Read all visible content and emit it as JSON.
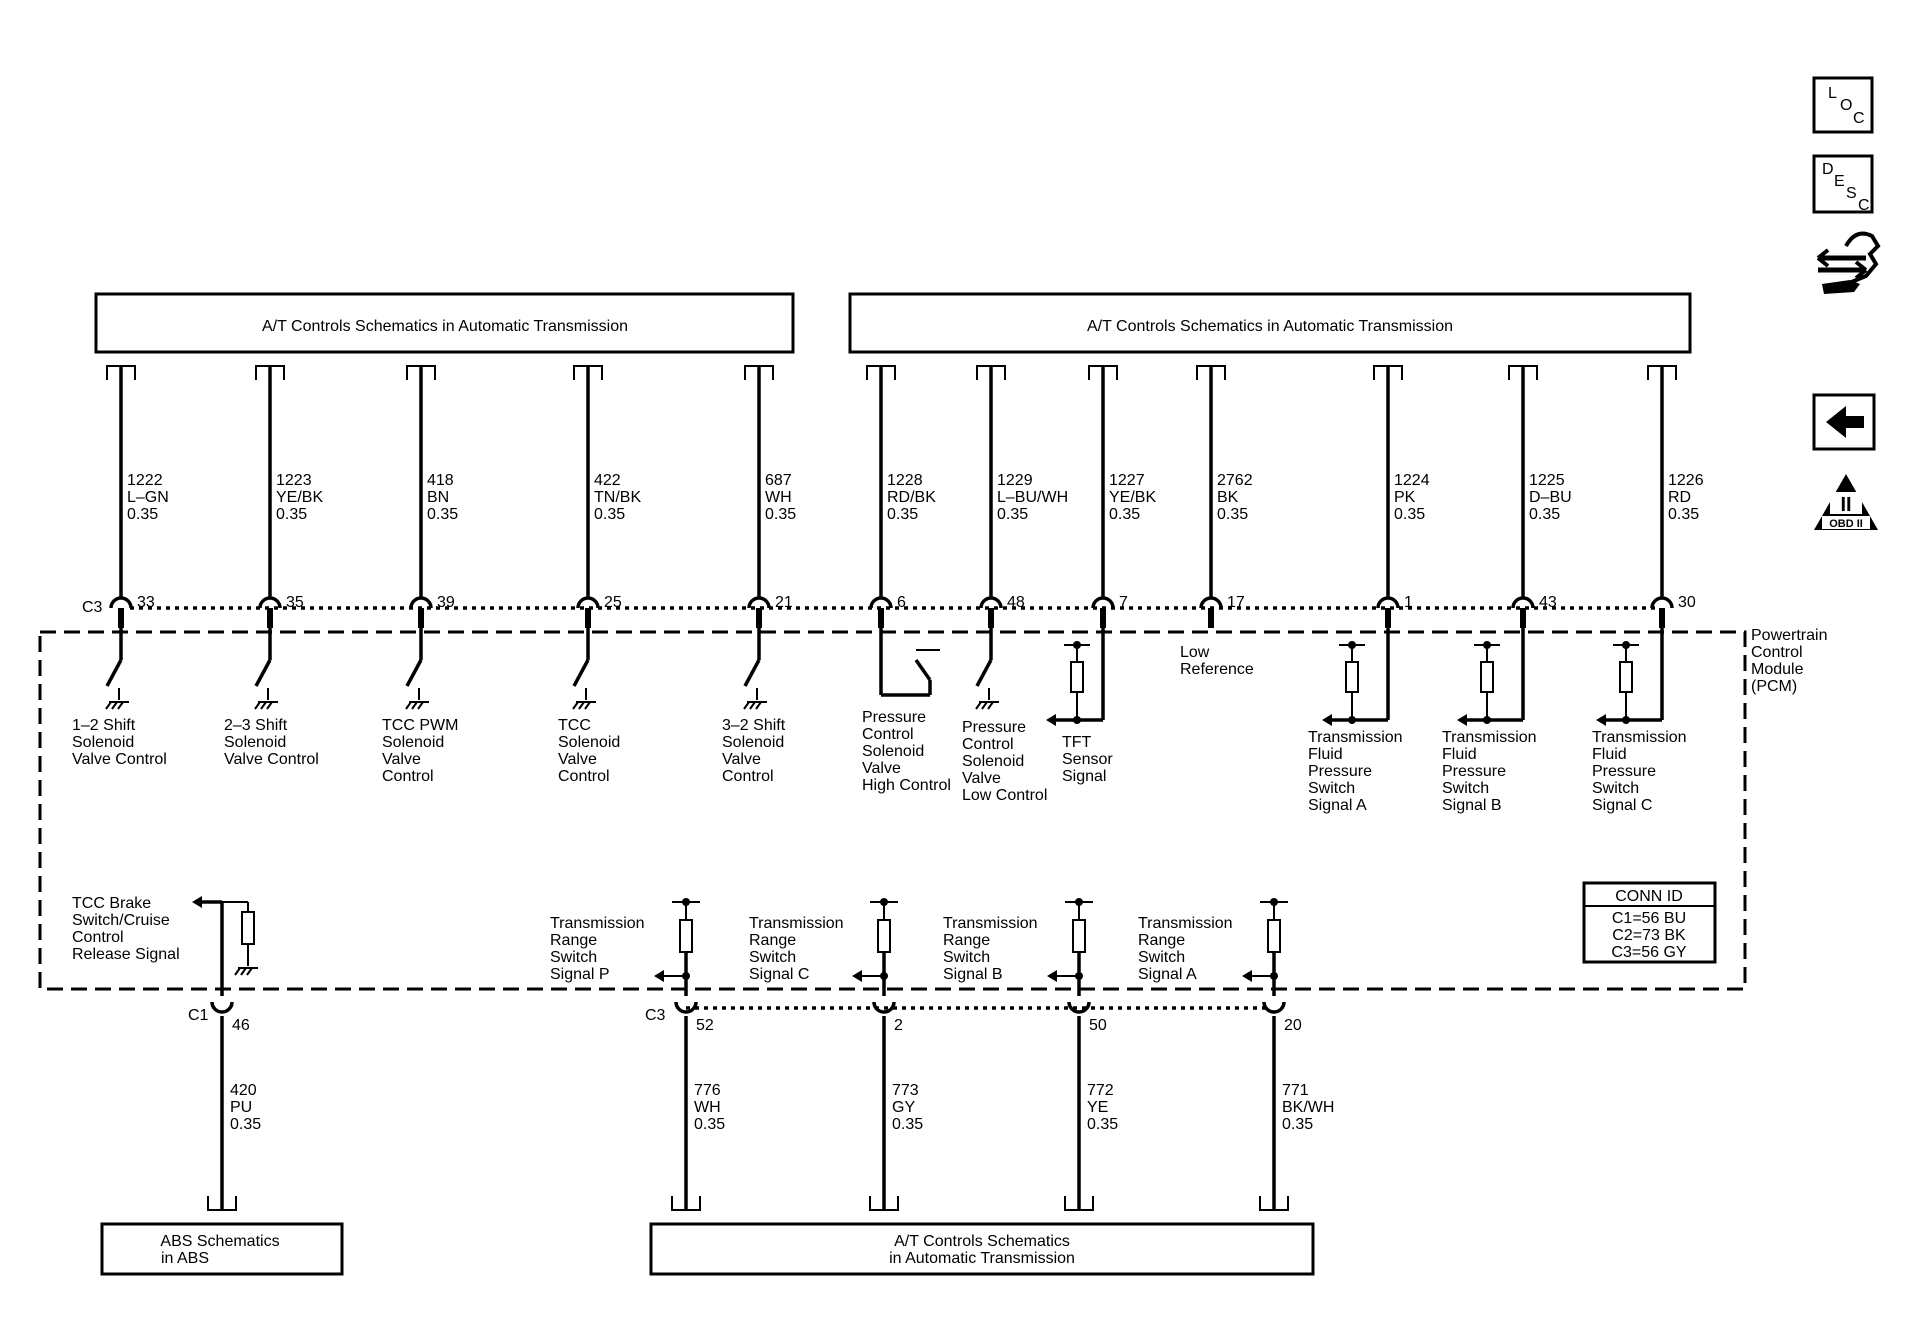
{
  "top_left_box": "A/T Controls Schematics in Automatic Transmission",
  "top_right_box": "A/T Controls Schematics in Automatic Transmission",
  "bottom_abs_box": [
    "ABS Schematics",
    "in ABS"
  ],
  "bottom_at_box": [
    "A/T Controls Schematics",
    "in Automatic Transmission"
  ],
  "pcm_label": [
    "Powertrain",
    "Control",
    "Module",
    "(PCM)"
  ],
  "conn_id": {
    "title": "CONN ID",
    "lines": [
      "C1=56 BU",
      "C2=73 BK",
      "C3=56 GY"
    ]
  },
  "connectors": {
    "c3_top": "C3",
    "c1": "C1",
    "c3_bottom": "C3"
  },
  "top_circuits": [
    {
      "circuit": "1222",
      "color": "L–GN",
      "size": "0.35",
      "pin": "33",
      "label": [
        "1–2 Shift",
        "Solenoid",
        "Valve Control"
      ]
    },
    {
      "circuit": "1223",
      "color": "YE/BK",
      "size": "0.35",
      "pin": "35",
      "label": [
        "2–3 Shift",
        "Solenoid",
        "Valve Control"
      ]
    },
    {
      "circuit": "418",
      "color": "BN",
      "size": "0.35",
      "pin": "39",
      "label": [
        "TCC PWM",
        "Solenoid",
        "Valve",
        "Control"
      ]
    },
    {
      "circuit": "422",
      "color": "TN/BK",
      "size": "0.35",
      "pin": "25",
      "label": [
        "TCC",
        "Solenoid",
        "Valve",
        "Control"
      ]
    },
    {
      "circuit": "687",
      "color": "WH",
      "size": "0.35",
      "pin": "21",
      "label": [
        "3–2 Shift",
        "Solenoid",
        "Valve",
        "Control"
      ]
    },
    {
      "circuit": "1228",
      "color": "RD/BK",
      "size": "0.35",
      "pin": "6",
      "label": [
        "Pressure",
        "Control",
        "Solenoid",
        "Valve",
        "High Control"
      ]
    },
    {
      "circuit": "1229",
      "color": "L–BU/WH",
      "size": "0.35",
      "pin": "48",
      "label": [
        "Pressure",
        "Control",
        "Solenoid",
        "Valve",
        "Low Control"
      ]
    },
    {
      "circuit": "1227",
      "color": "YE/BK",
      "size": "0.35",
      "pin": "7",
      "label": [
        "TFT",
        "Sensor",
        "Signal"
      ]
    },
    {
      "circuit": "2762",
      "color": "BK",
      "size": "0.35",
      "pin": "17",
      "label": [
        "Low",
        "Reference"
      ]
    },
    {
      "circuit": "1224",
      "color": "PK",
      "size": "0.35",
      "pin": "1",
      "label": [
        "Transmission",
        "Fluid",
        "Pressure",
        "Switch",
        "Signal A"
      ]
    },
    {
      "circuit": "1225",
      "color": "D–BU",
      "size": "0.35",
      "pin": "43",
      "label": [
        "Transmission",
        "Fluid",
        "Pressure",
        "Switch",
        "Signal B"
      ]
    },
    {
      "circuit": "1226",
      "color": "RD",
      "size": "0.35",
      "pin": "30",
      "label": [
        "Transmission",
        "Fluid",
        "Pressure",
        "Switch",
        "Signal C"
      ]
    }
  ],
  "bottom_circuits": [
    {
      "circuit": "420",
      "color": "PU",
      "size": "0.35",
      "pin": "46",
      "label": [
        "TCC Brake",
        "Switch/Cruise",
        "Control",
        "Release Signal"
      ]
    },
    {
      "circuit": "776",
      "color": "WH",
      "size": "0.35",
      "pin": "52",
      "label": [
        "Transmission",
        "Range",
        "Switch",
        "Signal P"
      ]
    },
    {
      "circuit": "773",
      "color": "GY",
      "size": "0.35",
      "pin": "2",
      "label": [
        "Transmission",
        "Range",
        "Switch",
        "Signal C"
      ]
    },
    {
      "circuit": "772",
      "color": "YE",
      "size": "0.35",
      "pin": "50",
      "label": [
        "Transmission",
        "Range",
        "Switch",
        "Signal B"
      ]
    },
    {
      "circuit": "771",
      "color": "BK/WH",
      "size": "0.35",
      "pin": "20",
      "label": [
        "Transmission",
        "Range",
        "Switch",
        "Signal A"
      ]
    }
  ],
  "nav": {
    "loc": [
      "L",
      "O",
      "C"
    ],
    "desc": [
      "D",
      "E",
      "S",
      "C"
    ],
    "obd": "OBD II",
    "obd_roman": "II"
  }
}
